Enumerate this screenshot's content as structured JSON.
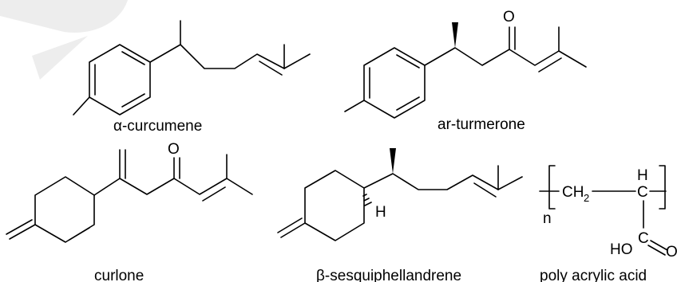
{
  "compounds": [
    {
      "name": "α-curcumene"
    },
    {
      "name": "ar-turmerone"
    },
    {
      "name": "curlone"
    },
    {
      "name": "β-sesquiphellandrene"
    },
    {
      "name": "poly acrylic acid"
    }
  ],
  "atoms": {
    "oxygen": "O",
    "hydrogen": "H",
    "hydroxyl": "HO",
    "carbon": "C",
    "methylene": "CH",
    "subscript_two": "2",
    "repeat_n": "n"
  },
  "colors": {
    "ink": "#000000",
    "background": "#ffffff",
    "watermark": "#cccccc"
  }
}
